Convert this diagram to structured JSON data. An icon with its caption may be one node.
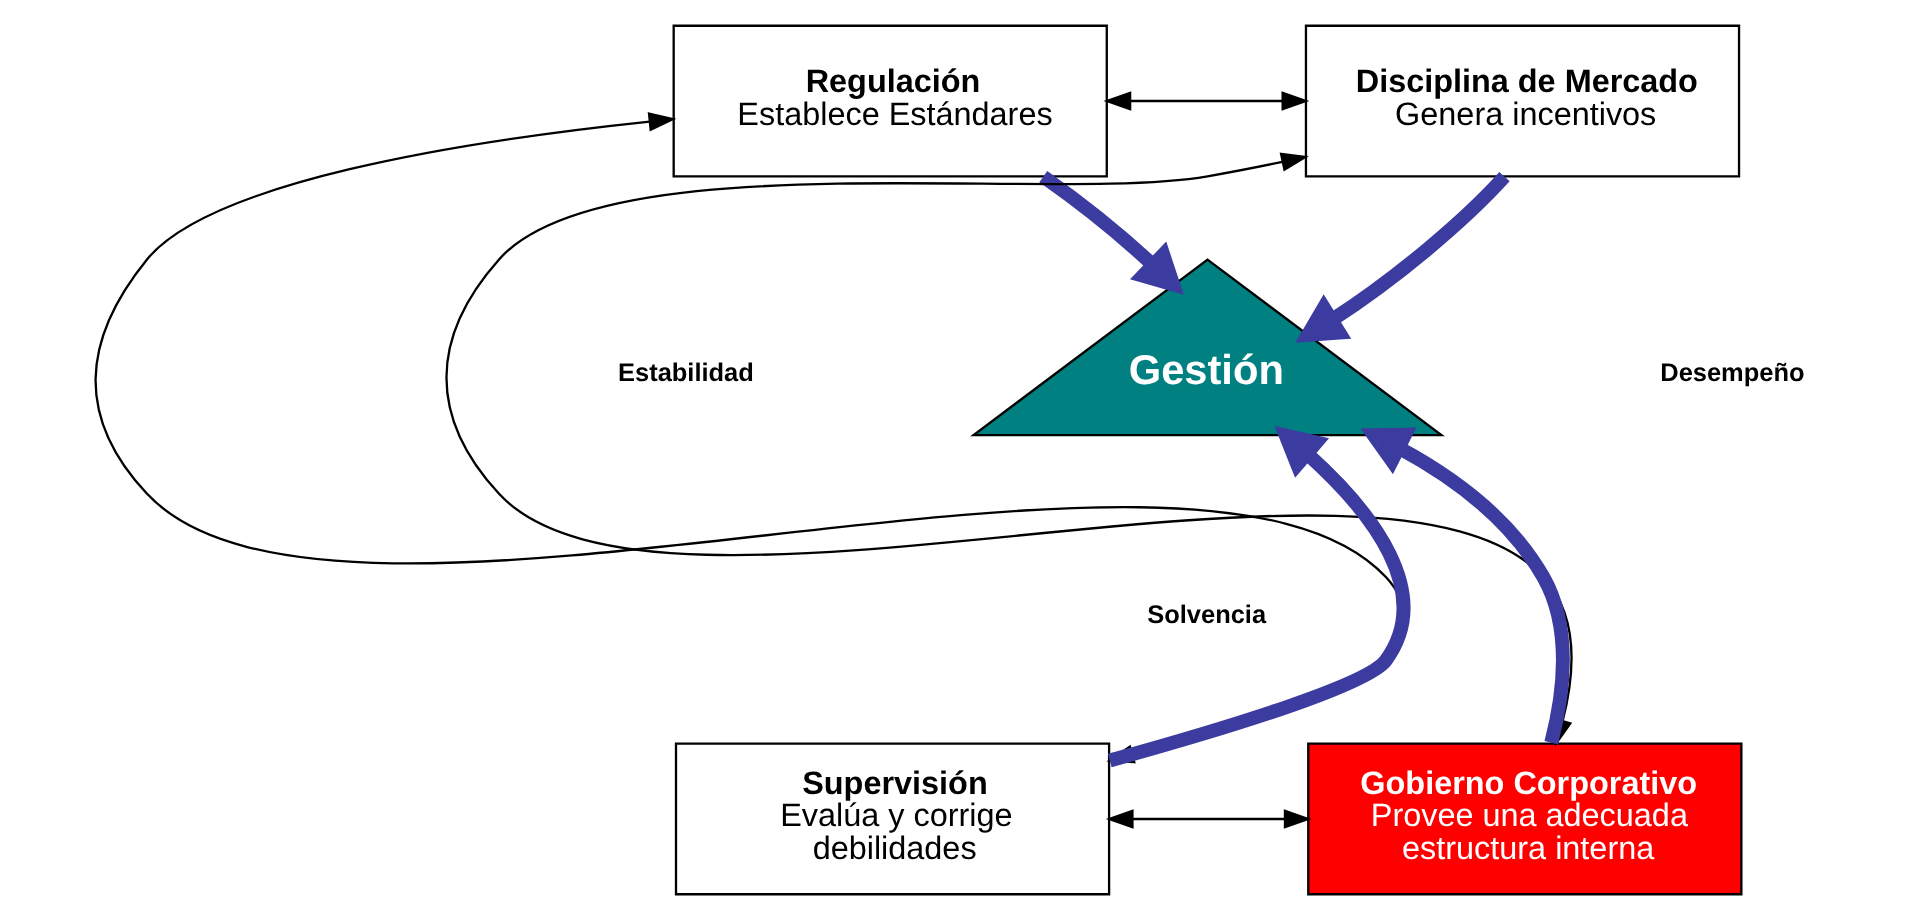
{
  "diagram": {
    "nodes": [
      {
        "text": [
          "Regulación",
          "Establece Estándares"
        ]
      },
      {
        "text": [
          "Disciplina de Mercado",
          "Genera incentivos"
        ]
      },
      {
        "text": [
          "Gestión"
        ]
      },
      {
        "text": [
          "Supervisión",
          "Evalúa y corrige debilidades"
        ]
      },
      {
        "text": [
          "Gobierno Corporativo",
          "Provee una adecuada estructura interna"
        ]
      }
    ],
    "edges": [
      {
        "from": 0,
        "to": 1,
        "arrow": "both"
      },
      {
        "from": 0,
        "to": 3,
        "arrow": "both"
      },
      {
        "from": 1,
        "to": 4,
        "arrow": "both"
      },
      {
        "from": 3,
        "to": 4,
        "arrow": "both"
      },
      {
        "from": 0,
        "to": 2,
        "arrow": "to",
        "style": "thick",
        "color": "#3c3ca0"
      },
      {
        "from": 1,
        "to": 2,
        "arrow": "to",
        "style": "thick",
        "color": "#3c3ca0"
      },
      {
        "from": 3,
        "to": 2,
        "arrow": "to",
        "style": "thick",
        "color": "#3c3ca0"
      },
      {
        "from": 4,
        "to": 2,
        "arrow": "to",
        "style": "thick",
        "color": "#3c3ca0"
      }
    ],
    "labels": [
      "Estabilidad",
      "Desempeño",
      "Solvencia"
    ]
  }
}
